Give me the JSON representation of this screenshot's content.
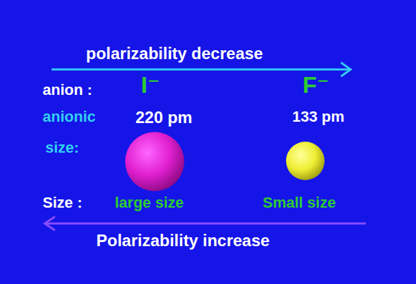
{
  "diagram": {
    "labels": [
      "polarizability decrease",
      "anion :",
      "I⁻",
      "F⁻",
      "anionic",
      "220 pm",
      "133 pm",
      "size:",
      "Size :",
      "large size",
      "Small size",
      "Polarizability increase"
    ]
  }
}
